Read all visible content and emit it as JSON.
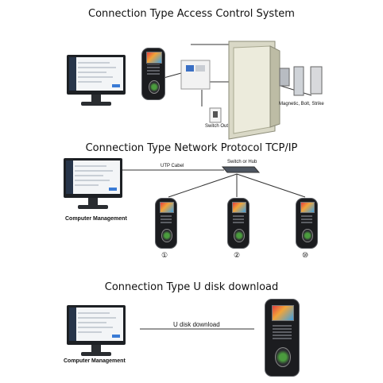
{
  "section1": {
    "title": "Connection Type Access Control System",
    "switch_label": "Switch Out",
    "lock_label": "Magnetic, Bolt, Strike"
  },
  "section2": {
    "title": "Connection Type Network Protocol TCP/IP",
    "cable_label": "UTP Cabel",
    "hub_label": "Switch or Hub",
    "computer_label": "Computer Management",
    "device_numbers": [
      "①",
      "②",
      "⑩"
    ]
  },
  "section3": {
    "title": "Connection Type  U disk download",
    "link_label": "U disk download",
    "computer_label": "Computer Management"
  }
}
